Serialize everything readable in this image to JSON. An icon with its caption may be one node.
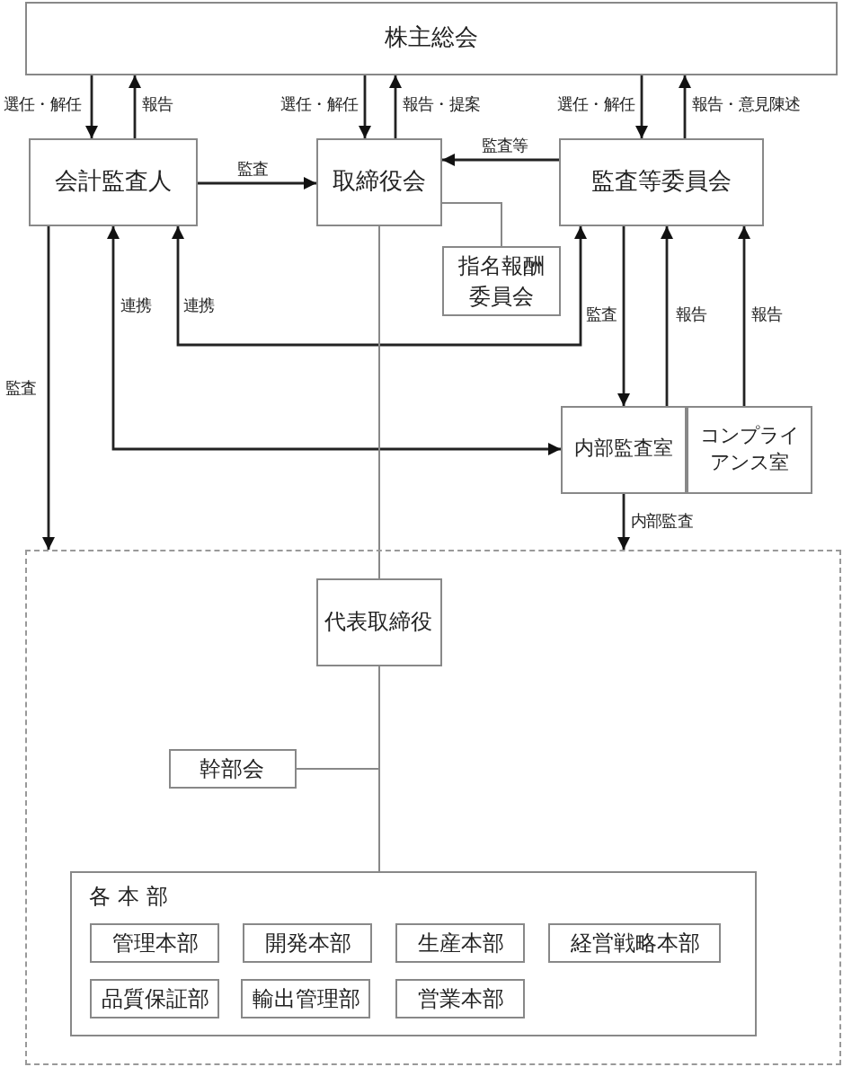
{
  "diagram": {
    "nodes": [
      {
        "text": [
          "株主総会"
        ]
      },
      {
        "text": [
          "会計監査人"
        ]
      },
      {
        "text": [
          "取締役会"
        ]
      },
      {
        "text": [
          "監査等委員会"
        ]
      },
      {
        "text": [
          "指名報酬委員会"
        ]
      },
      {
        "text": [
          "内部監査室"
        ]
      },
      {
        "text": [
          "コンプライアンス室"
        ]
      },
      {
        "text": [],
        "shape": "box"
      },
      {
        "text": [
          "代表取締役"
        ],
        "in": 7
      },
      {
        "text": [
          "幹部会"
        ],
        "in": 7
      },
      {
        "text": [
          "各 本 部"
        ],
        "in": 7
      },
      {
        "text": [
          "管理本部"
        ],
        "in": 10
      },
      {
        "text": [
          "開発本部"
        ],
        "in": 10
      },
      {
        "text": [
          "生産本部"
        ],
        "in": 10
      },
      {
        "text": [
          "経営戦略本部"
        ],
        "in": 10
      },
      {
        "text": [
          "品質保証部"
        ],
        "in": 10
      },
      {
        "text": [
          "輸出管理部"
        ],
        "in": 10
      },
      {
        "text": [
          "営業本部"
        ],
        "in": 10
      }
    ],
    "edges": [
      {
        "from": 0,
        "to": 1,
        "arrow": "to",
        "label": "選任・解任"
      },
      {
        "from": 1,
        "to": 0,
        "arrow": "to",
        "label": "報告"
      },
      {
        "from": 0,
        "to": 2,
        "arrow": "to",
        "label": "選任・解任"
      },
      {
        "from": 2,
        "to": 0,
        "arrow": "to",
        "label": "報告・提案"
      },
      {
        "from": 0,
        "to": 3,
        "arrow": "to",
        "label": "選任・解任"
      },
      {
        "from": 3,
        "to": 0,
        "arrow": "to",
        "label": "報告・意見陳述"
      },
      {
        "from": 1,
        "to": 2,
        "arrow": "to",
        "label": "監査"
      },
      {
        "from": 3,
        "to": 2,
        "arrow": "to",
        "label": "監査等"
      },
      {
        "from": 2,
        "to": 4,
        "arrow": "none",
        "color": "#888888"
      },
      {
        "from": 1,
        "to": 5,
        "arrow": "both",
        "label": "連携"
      },
      {
        "from": 1,
        "to": 3,
        "arrow": "both",
        "label": "連携"
      },
      {
        "from": 3,
        "to": 5,
        "arrow": "to",
        "label": "監査"
      },
      {
        "from": 5,
        "to": 3,
        "arrow": "to",
        "label": "報告"
      },
      {
        "from": 6,
        "to": 3,
        "arrow": "to",
        "label": "報告"
      },
      {
        "from": 1,
        "to": 7,
        "arrow": "to",
        "label": "監査"
      },
      {
        "from": 5,
        "to": 7,
        "arrow": "to",
        "label": "内部監査"
      },
      {
        "from": 2,
        "to": 8,
        "arrow": "none",
        "color": "#888888"
      },
      {
        "from": 8,
        "to": 10,
        "arrow": "none",
        "color": "#888888"
      },
      {
        "from": 8,
        "to": 9,
        "arrow": "none",
        "color": "#888888"
      }
    ]
  }
}
